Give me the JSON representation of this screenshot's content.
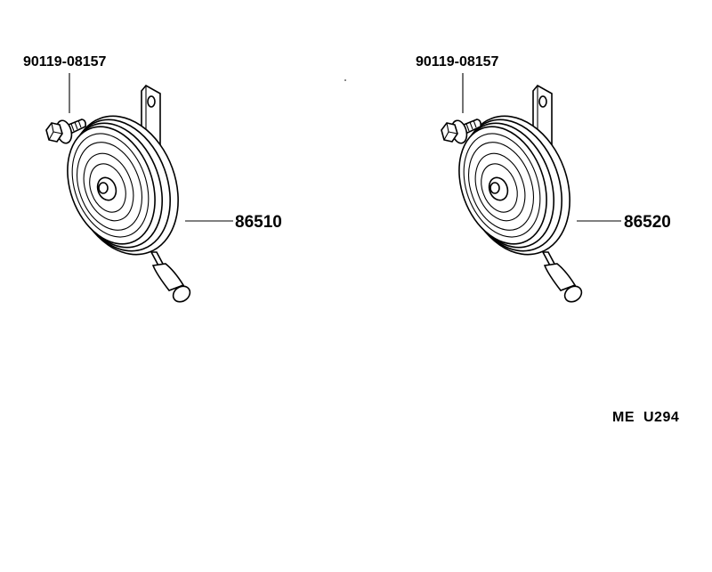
{
  "parts": {
    "bolt_left": "90119-08157",
    "bolt_right": "90119-08157",
    "horn_left": "86510",
    "horn_right": "86520"
  },
  "drawing_code": {
    "prefix": "ME",
    "number": "U294"
  }
}
